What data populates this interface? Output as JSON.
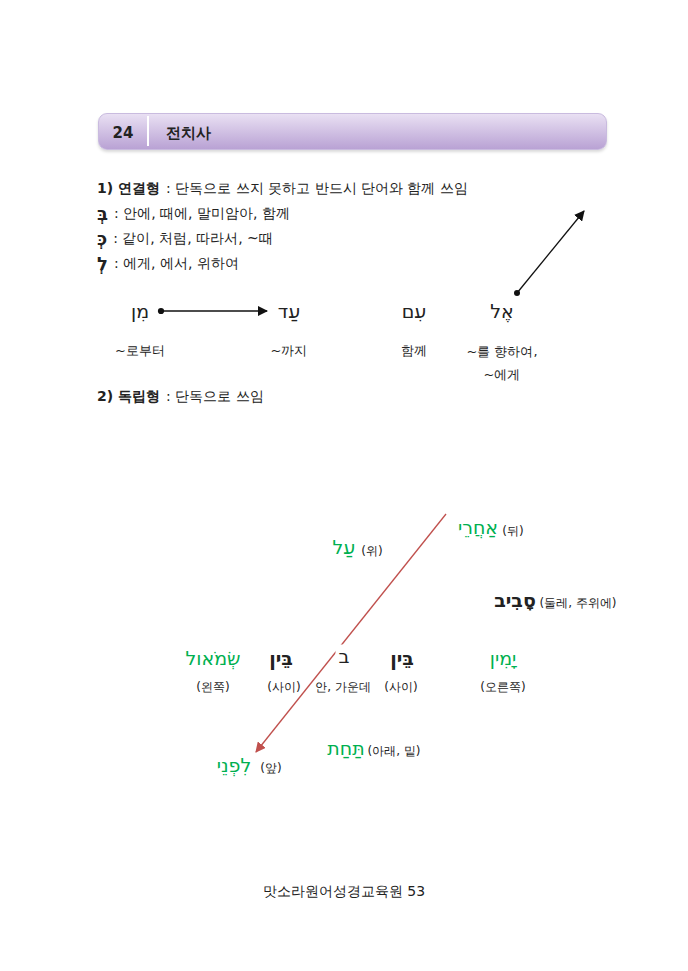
{
  "diagram": {
    "nodes": [
      {
        "text": [
          "24",
          "전치사"
        ]
      },
      {
        "text": [
          "מִן",
          "~로부터"
        ]
      },
      {
        "text": [
          "עַד",
          "~까지"
        ]
      },
      {
        "text": [
          "עִם",
          "함께"
        ]
      },
      {
        "text": [
          "אֶל",
          "~를 향하여, ~에게"
        ]
      },
      {
        "text": [
          "אַחֲרֵי",
          "(뒤)",
          "סָבִיב",
          "(둘레, 주위에)",
          "שְׂמֹאול",
          "(왼쪽)",
          "יָמִין",
          "(오른쪽)",
          "לִפְנֵי",
          "(앞)"
        ]
      },
      {
        "text": [
          "עַל",
          "(위)",
          "בֵּין",
          "(사이)",
          "בֵּין",
          "(사이)",
          "תַּחַת",
          "(아래, 밑)"
        ],
        "in": 5
      },
      {
        "text": [
          "ב",
          "안, 가운데"
        ],
        "in": 6
      }
    ],
    "edges": [
      {
        "from": 1,
        "to": 2,
        "arrow": "to"
      }
    ],
    "labels": [
      "1) 연결형",
      ": 단독으로 쓰지 못하고 반드시 단어와 함께 쓰임",
      "בְּ",
      ": 안에, 때에, 말미암아, 함께",
      "כְּ",
      ": 같이, 처럼, 따라서, ~때",
      "לְ",
      ": 에게, 에서, 위하여",
      "2) 독립형",
      ": 단독으로 쓰임",
      "맛소라원어성경교육원 53"
    ]
  }
}
